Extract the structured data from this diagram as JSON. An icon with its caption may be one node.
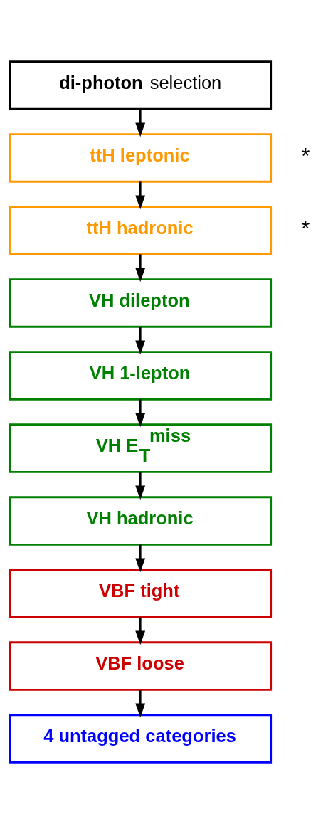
{
  "diagram": {
    "nodes": [
      {
        "text": [
          "**di-photon** selection"
        ]
      },
      {
        "text": [
          "ttH leptonic"
        ],
        "beside": [
          "*"
        ]
      },
      {
        "text": [
          "ttH hadronic"
        ],
        "beside": [
          "*"
        ]
      },
      {
        "text": [
          "VH dilepton"
        ]
      },
      {
        "text": [
          "VH 1-lepton"
        ]
      },
      {
        "text": [
          "VH E$_{T}$$^{miss}$"
        ]
      },
      {
        "text": [
          "VH hadronic"
        ]
      },
      {
        "text": [
          "VBF tight"
        ]
      },
      {
        "text": [
          "VBF loose"
        ]
      },
      {
        "text": [
          "4 untagged categories"
        ]
      }
    ],
    "edges": [
      {
        "from": 0,
        "to": 1,
        "arrow": "to"
      },
      {
        "from": 1,
        "to": 2,
        "arrow": "to"
      },
      {
        "from": 2,
        "to": 3,
        "arrow": "to"
      },
      {
        "from": 3,
        "to": 4,
        "arrow": "to"
      },
      {
        "from": 4,
        "to": 5,
        "arrow": "to"
      },
      {
        "from": 5,
        "to": 6,
        "arrow": "to"
      },
      {
        "from": 6,
        "to": 7,
        "arrow": "to"
      },
      {
        "from": 7,
        "to": 8,
        "arrow": "to"
      },
      {
        "from": 8,
        "to": 9,
        "arrow": "to"
      }
    ]
  }
}
